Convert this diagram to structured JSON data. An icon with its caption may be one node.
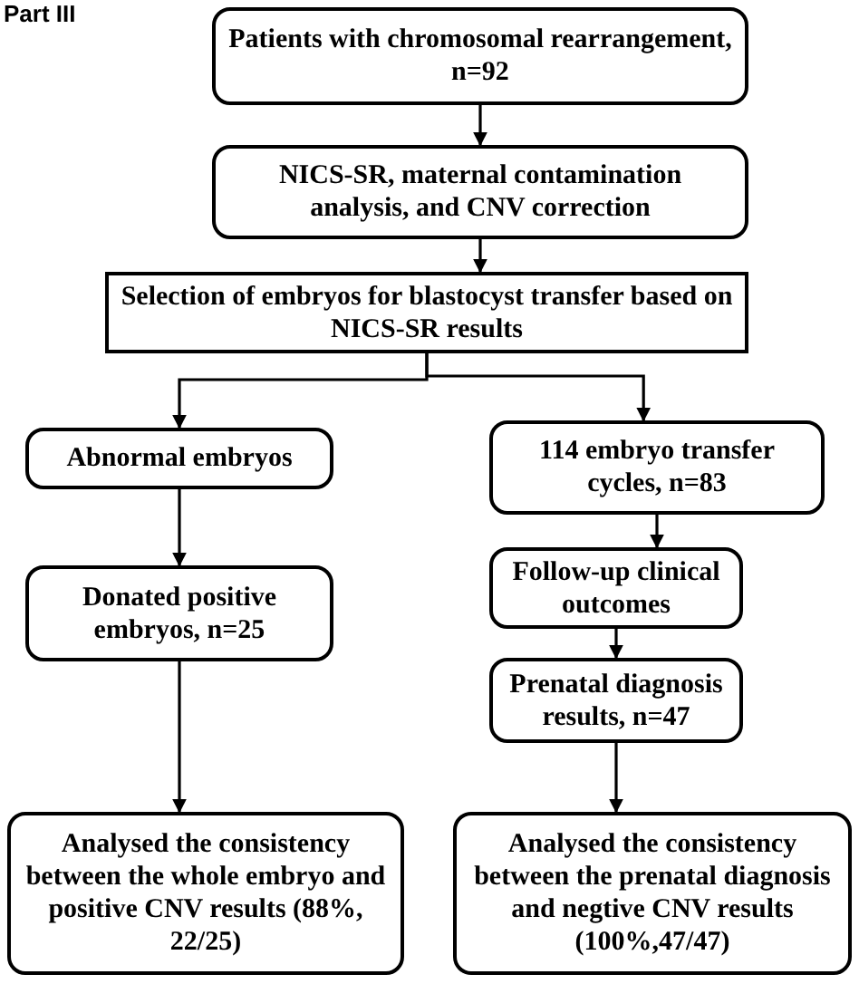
{
  "diagram": {
    "nodes": [
      {
        "text": [
          "Patients with chromosomal rearrangement, n=92"
        ]
      },
      {
        "text": [
          "NICS-SR, maternal contamination analysis, and CNV correction"
        ]
      },
      {
        "text": [
          "Selection of embryos for blastocyst transfer based on NICS-SR results"
        ]
      },
      {
        "text": [
          "Abnormal embryos"
        ]
      },
      {
        "text": [
          "114 embryo transfer cycles, n=83"
        ]
      },
      {
        "text": [
          "Donated positive embryos, n=25"
        ]
      },
      {
        "text": [
          "Follow-up clinical outcomes"
        ]
      },
      {
        "text": [
          "Prenatal diagnosis results, n=47"
        ]
      },
      {
        "text": [
          "Analysed the consistency between the whole embryo and positive CNV results (88%, 22/25)"
        ]
      },
      {
        "text": [
          "Analysed the consistency between the prenatal diagnosis and negtive CNV results (100%,47/47)"
        ]
      }
    ],
    "edges": [
      {
        "from": 0,
        "to": 1,
        "arrow": "to"
      },
      {
        "from": 1,
        "to": 2,
        "arrow": "to"
      },
      {
        "from": 2,
        "to": 3,
        "arrow": "to"
      },
      {
        "from": 2,
        "to": 4,
        "arrow": "to"
      },
      {
        "from": 3,
        "to": 5,
        "arrow": "to"
      },
      {
        "from": 5,
        "to": 8,
        "arrow": "to"
      },
      {
        "from": 4,
        "to": 6,
        "arrow": "to"
      },
      {
        "from": 6,
        "to": 7,
        "arrow": "to"
      },
      {
        "from": 7,
        "to": 9,
        "arrow": "to"
      }
    ],
    "labels": [
      "Part III"
    ]
  }
}
